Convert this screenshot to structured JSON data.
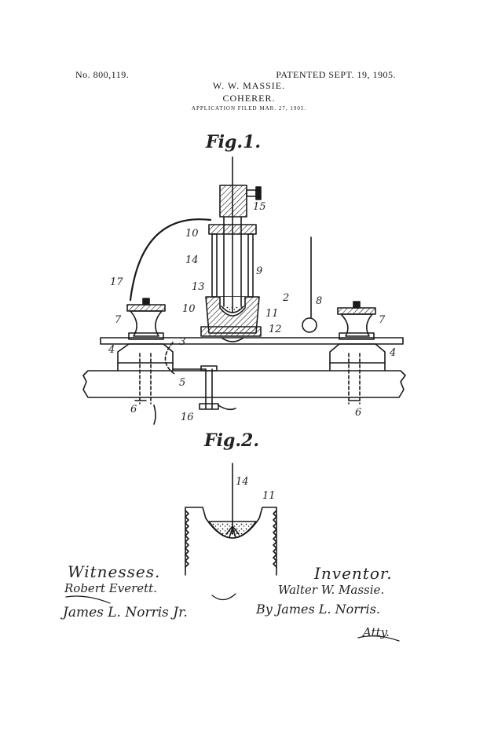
{
  "header": {
    "patent_number": "No. 800,119.",
    "patent_date": "PATENTED SEPT. 19, 1905.",
    "inventor_name": "W. W. MASSIE.",
    "title": "COHERER.",
    "filed": "APPLICATION FILED MAR. 27, 1905."
  },
  "figures": {
    "fig1_label": "Fig.1.",
    "fig2_label": "Fig.2."
  },
  "refs": {
    "r15": "15",
    "r10a": "10",
    "r14": "14",
    "r9": "9",
    "r13": "13",
    "r10b": "10",
    "r11": "11",
    "r2": "2",
    "r8": "8",
    "r12": "12",
    "r17": "17",
    "r7a": "7",
    "r7b": "7",
    "r4a": "4",
    "r4b": "4",
    "r3": "3",
    "r5": "5",
    "r6a": "6",
    "r6b": "6",
    "r16": "16",
    "f2_14": "14",
    "f2_11": "11"
  },
  "signatures": {
    "witnesses_label": "Witnesses.",
    "witness1": "Robert Everett.",
    "witness2": "James L. Norris Jr.",
    "inventor_label": "Inventor.",
    "inventor": "Walter W. Massie.",
    "by": "By James L. Norris.",
    "atty": "Atty."
  }
}
